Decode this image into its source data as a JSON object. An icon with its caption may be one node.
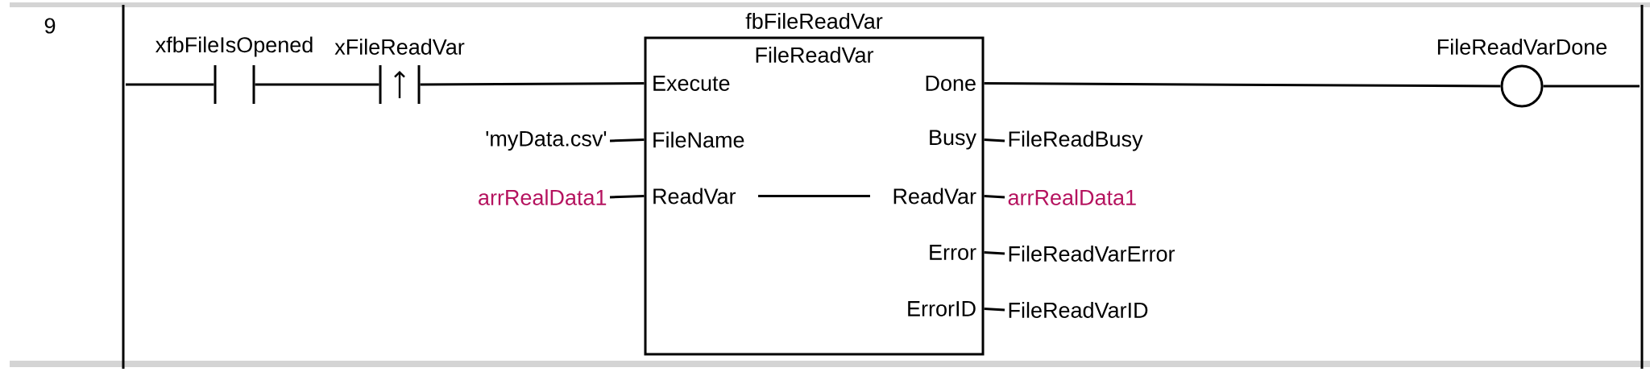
{
  "diagram": {
    "nodes": [
      {
        "text": [],
        "shape": "bar"
      },
      {
        "text": [
          "xfbFileIsOpened"
        ]
      },
      {
        "text": [
          "xFileReadVar"
        ]
      },
      {
        "text": [
          "fbFileReadVar",
          "FileReadVar"
        ]
      },
      {
        "text": [
          "Execute"
        ],
        "in": 3
      },
      {
        "text": [
          "FileName"
        ],
        "in": 3
      },
      {
        "text": [
          "ReadVar"
        ],
        "in": 3
      },
      {
        "text": [
          "Done"
        ],
        "in": 3
      },
      {
        "text": [
          "Busy"
        ],
        "in": 3
      },
      {
        "text": [
          "ReadVar"
        ],
        "in": 3
      },
      {
        "text": [
          "Error"
        ],
        "in": 3
      },
      {
        "text": [
          "ErrorID"
        ],
        "in": 3
      },
      {
        "text": [
          "'myData.csv'"
        ]
      },
      {
        "text": [
          "arrRealData1"
        ]
      },
      {
        "text": [
          "FileReadBusy"
        ]
      },
      {
        "text": [
          "arrRealData1"
        ]
      },
      {
        "text": [
          "FileReadVarError"
        ]
      },
      {
        "text": [
          "FileReadVarID"
        ]
      },
      {
        "text": [
          "FileReadVarDone"
        ]
      },
      {
        "text": [],
        "shape": "bar"
      }
    ],
    "edges": [
      {
        "from": 0,
        "to": 1,
        "arrow": "none"
      },
      {
        "from": 1,
        "to": 2,
        "arrow": "none"
      },
      {
        "from": 2,
        "to": 4,
        "arrow": "none"
      },
      {
        "from": 7,
        "to": 18,
        "arrow": "none"
      },
      {
        "from": 18,
        "to": 19,
        "arrow": "none"
      },
      {
        "from": 12,
        "to": 5,
        "arrow": "none"
      },
      {
        "from": 13,
        "to": 6,
        "arrow": "none"
      },
      {
        "from": 6,
        "to": 9,
        "arrow": "none"
      },
      {
        "from": 8,
        "to": 14,
        "arrow": "none"
      },
      {
        "from": 9,
        "to": 15,
        "arrow": "none"
      },
      {
        "from": 10,
        "to": 16,
        "arrow": "none"
      },
      {
        "from": 11,
        "to": 17,
        "arrow": "none"
      }
    ],
    "labels": [
      "9"
    ]
  }
}
